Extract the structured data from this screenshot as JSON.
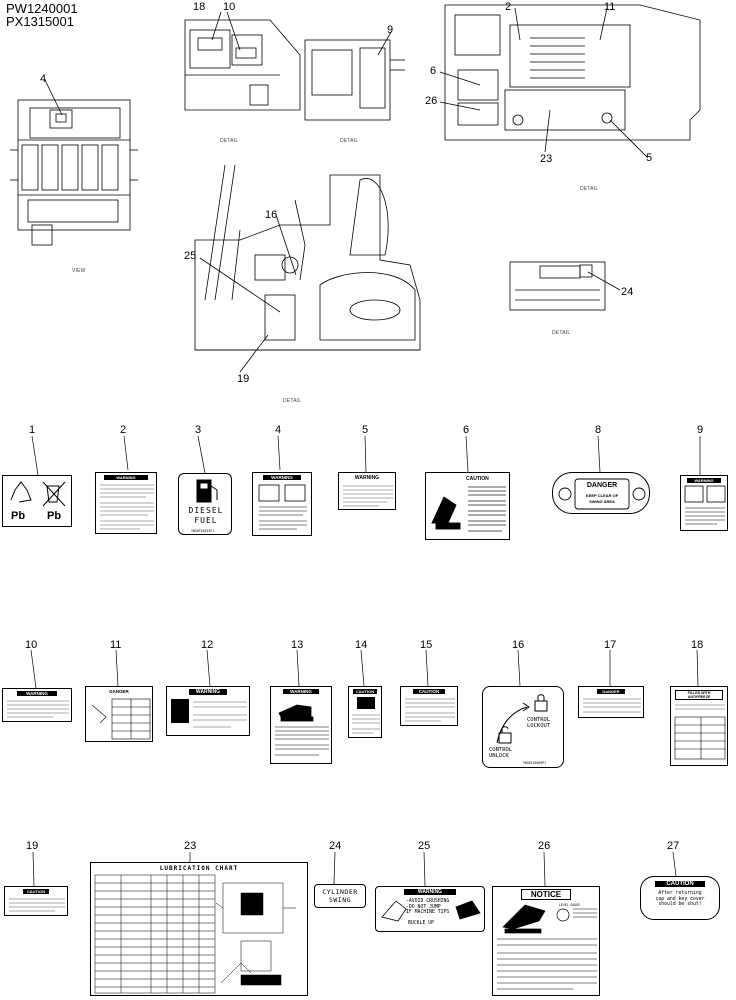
{
  "header": {
    "code1": "PW1240001",
    "code2": "PX1315001"
  },
  "callouts": {
    "c2": "2",
    "c4": "4",
    "c5": "5",
    "c6": "6",
    "c9": "9",
    "c10": "10",
    "c11": "11",
    "c16": "16",
    "c18": "18",
    "c19": "19",
    "c23": "23",
    "c24": "24",
    "c25": "25",
    "c26": "26"
  },
  "captions": {
    "view": "VIEW",
    "detail": "DETAIL"
  },
  "decal_numbers": [
    "1",
    "2",
    "3",
    "4",
    "5",
    "6",
    "8",
    "9",
    "10",
    "11",
    "12",
    "13",
    "14",
    "15",
    "16",
    "17",
    "18",
    "19",
    "23",
    "24",
    "25",
    "26",
    "27"
  ],
  "decals": {
    "pb": "Pb",
    "diesel": "DIESEL",
    "fuel": "FUEL",
    "warning": "WARNING",
    "caution": "CAUTION",
    "danger": "DANGER",
    "danger_sub1": "KEEP CLEAR OF",
    "danger_sub2": "SWING AREA",
    "control_lockout": "CONTROL\nLOCKOUT",
    "control_unlock": "CONTROL\nUNLOCK",
    "lockout_code": "YN50T01069P1",
    "filled_with": "FILLED WITH ANTIFREEZE",
    "lubrication_chart": "LUBRICATION CHART",
    "cylinder": "CYLINDER",
    "swing": "SWING",
    "avoid_crushing": "-AVOID CRUSHING\n-DO NOT JUMP\nIF MACHINE TIPS",
    "buckle_up": "BUCKLE UP",
    "notice": "NOTICE",
    "level_gauge": "LEVEL GAUGE",
    "caution27_text": "After returning\ncap and key cover\nshould be shut!",
    "code3": "YN50T01033P1"
  },
  "colors": {
    "line": "#000000",
    "gray": "#555555",
    "light": "#d8d8d8"
  }
}
